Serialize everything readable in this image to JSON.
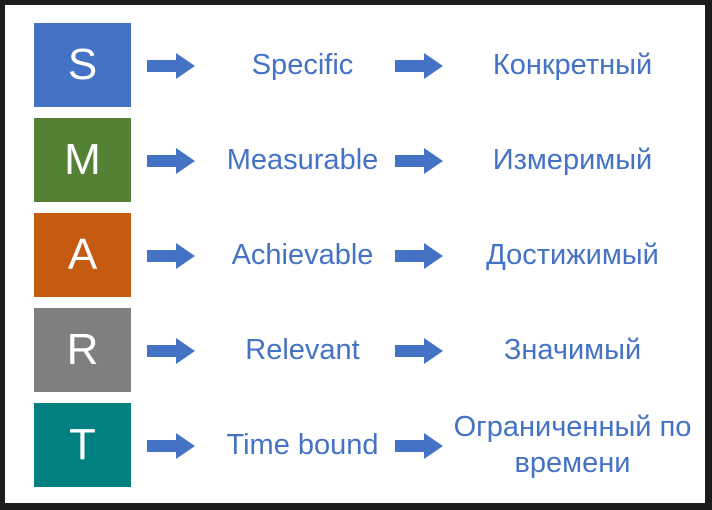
{
  "rows": [
    {
      "letter": "S",
      "english": "Specific",
      "russian": "Конкретный",
      "color": "#4472c4"
    },
    {
      "letter": "M",
      "english": "Measurable",
      "russian": "Измеримый",
      "color": "#548235"
    },
    {
      "letter": "A",
      "english": "Achievable",
      "russian": "Достижимый",
      "color": "#c55a11"
    },
    {
      "letter": "R",
      "english": "Relevant",
      "russian": "Значимый",
      "color": "#7f7f7f"
    },
    {
      "letter": "T",
      "english": "Time bound",
      "russian": "Ограниченный по времени",
      "color": "#008080"
    }
  ],
  "arrow_icon": "right-arrow-icon",
  "text_color": "#4472c4",
  "arrow_color": "#4472c4"
}
